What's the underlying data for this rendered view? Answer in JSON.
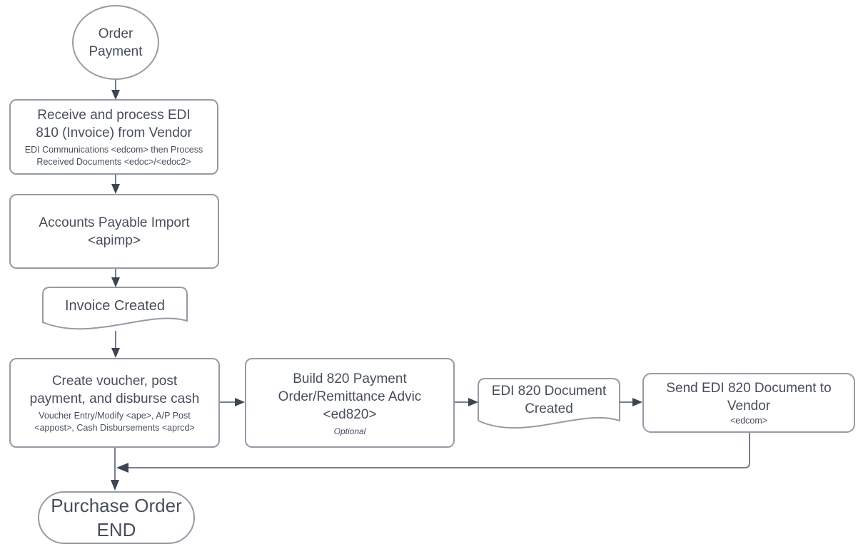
{
  "colors": {
    "border": "#959ba5",
    "connector_line": "#787f8c",
    "arrowhead": "#3e4452",
    "text": "#474e5a",
    "background": "#ffffff"
  },
  "nodes": {
    "start": {
      "shape": "ellipse",
      "label": [
        "Order",
        "Payment"
      ]
    },
    "receive_edi_810": {
      "shape": "process",
      "label": [
        "Receive and process EDI",
        "810 (Invoice) from Vendor"
      ],
      "sublabel": [
        "EDI Communications <edcom> then Process",
        "Received Documents <edoc>/<edoc2>"
      ]
    },
    "ap_import": {
      "shape": "process",
      "label": [
        "Accounts Payable Import",
        "<apimp>"
      ]
    },
    "invoice_created": {
      "shape": "document",
      "label": [
        "Invoice Created"
      ]
    },
    "create_voucher": {
      "shape": "process",
      "label": [
        "Create voucher, post",
        "payment, and disburse cash"
      ],
      "sublabel": [
        "Voucher Entry/Modify <ape>, A/P Post",
        "<appost>, Cash Disbursements <aprcd>"
      ]
    },
    "build_820": {
      "shape": "process",
      "label": [
        "Build 820 Payment",
        "Order/Remittance Advic",
        "<ed820>"
      ],
      "note": "Optional"
    },
    "edi_820_created": {
      "shape": "document",
      "label": [
        "EDI 820 Document",
        "Created"
      ]
    },
    "send_edi_820": {
      "shape": "process",
      "label": [
        "Send EDI 820 Document to",
        "Vendor"
      ],
      "sublabel": [
        "<edcom>"
      ]
    },
    "end": {
      "shape": "terminator",
      "label": [
        "Purchase Order",
        "END"
      ]
    }
  }
}
